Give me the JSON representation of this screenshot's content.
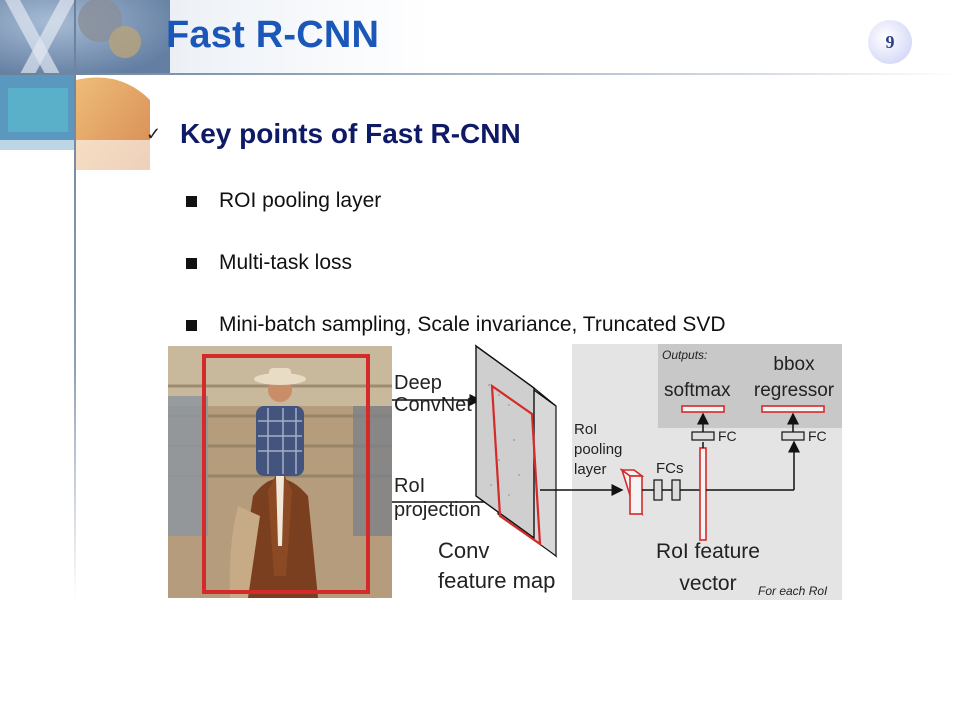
{
  "slide": {
    "title": "Fast R-CNN",
    "page_number": "9"
  },
  "section": {
    "check_glyph": "✓",
    "heading": "Key points of Fast R-CNN"
  },
  "bullets": [
    "ROI pooling layer",
    "Multi-task loss",
    "Mini-batch sampling, Scale invariance, Truncated SVD"
  ],
  "figure": {
    "deep_convnet_label": [
      "Deep",
      "ConvNet"
    ],
    "roi_projection_label": [
      "RoI",
      "projection"
    ],
    "conv_feature_map_label": [
      "Conv",
      "feature map"
    ],
    "roi_pooling_layer_label": [
      "RoI",
      "pooling",
      "layer"
    ],
    "fcs_label": "FCs",
    "outputs_label": "Outputs:",
    "softmax_label": "softmax",
    "bbox_regressor_label": [
      "bbox",
      "regressor"
    ],
    "fc_label_left": "FC",
    "fc_label_right": "FC",
    "roi_feature_vector_label": [
      "RoI feature",
      "vector"
    ],
    "for_each_roi_label": "For each RoI"
  },
  "colors": {
    "title_blue": "#1a57b8",
    "heading_navy": "#0e1a66",
    "roi_red": "#d42a2a"
  }
}
